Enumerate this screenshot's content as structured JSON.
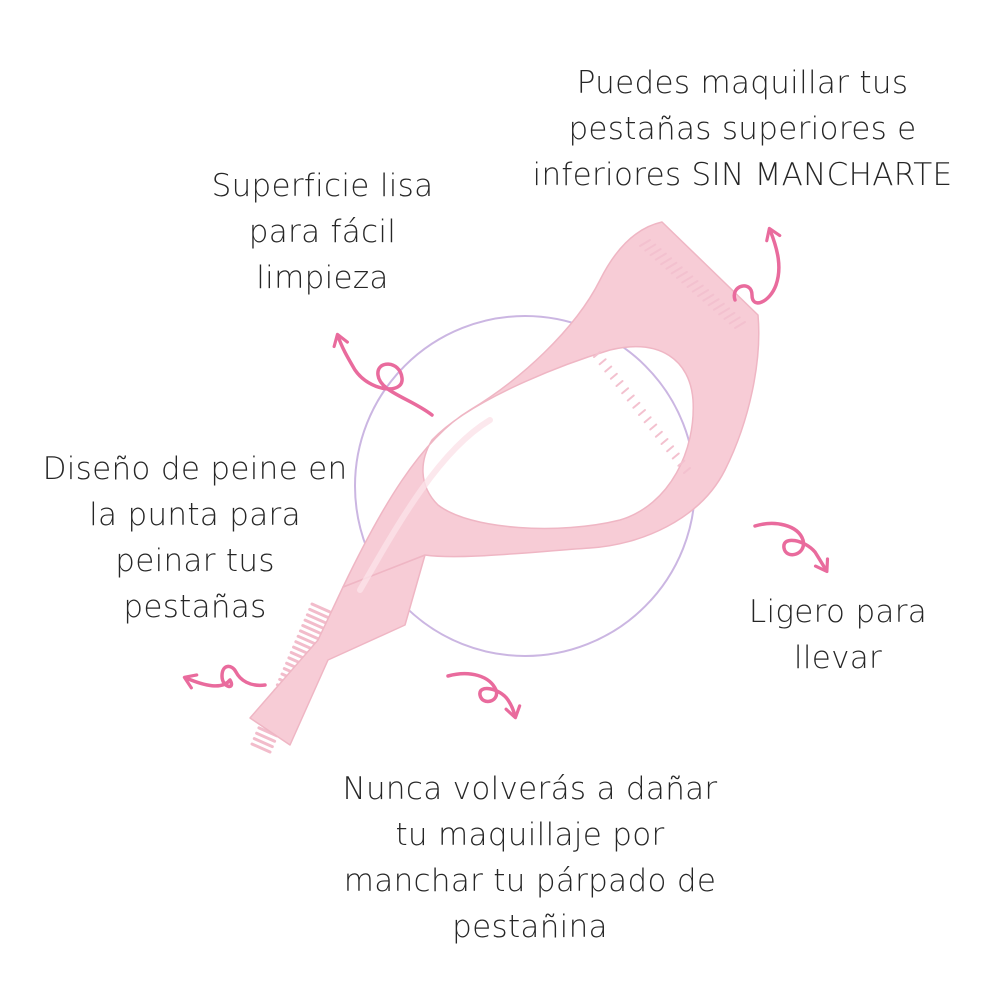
{
  "colors": {
    "background": "#ffffff",
    "text": "#262626",
    "tool_pink": "#f7ccd6",
    "tool_pink_dark": "#efb0c0",
    "arrow_pink": "#e96b9d",
    "circle_lavender": "#cbb6e2"
  },
  "features": {
    "top_right": [
      "Puedes maquillar tus",
      "pestañas superiores e",
      "inferiores SIN MANCHARTE"
    ],
    "top_left": [
      "Superficie lisa",
      "para fácil",
      "limpieza"
    ],
    "left": [
      "Diseño de peine en",
      "la punta para",
      "peinar tus",
      "pestañas"
    ],
    "right": [
      "Ligero para",
      "llevar"
    ],
    "bottom": [
      "Nunca volverás a dañar",
      "tu maquillaje por",
      "manchar tu párpado de",
      "pestañina"
    ]
  },
  "illustration": {
    "product_icon": "pink-eyelash-mascara-shield-icon",
    "arrow_icon": "curly-arrow-icon",
    "circle_icon": "lavender-circle-outline-icon"
  }
}
